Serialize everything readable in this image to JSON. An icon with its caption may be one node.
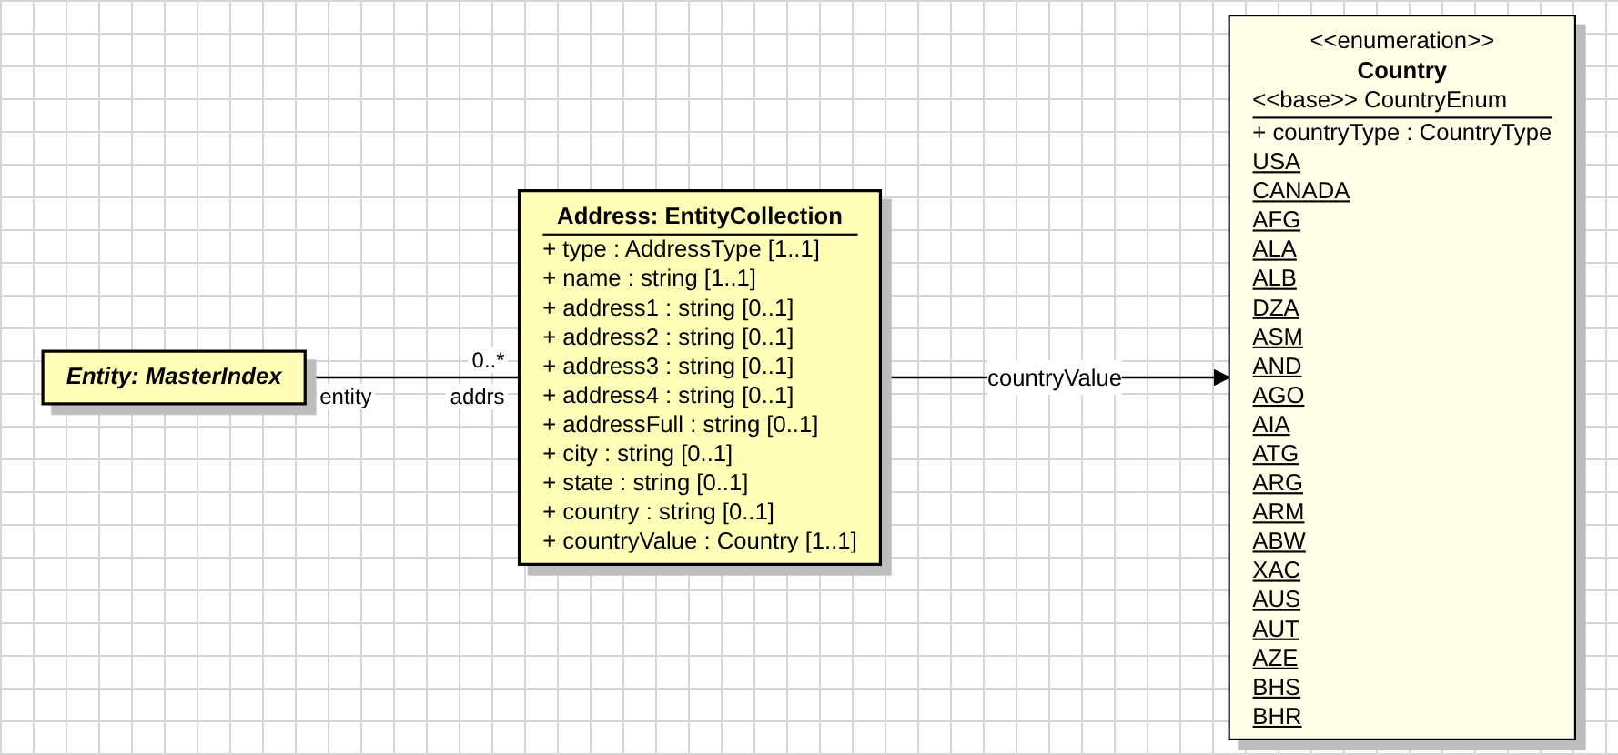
{
  "diagram": {
    "nodes": [
      {
        "text": [
          "Entity: MasterIndex"
        ]
      },
      {
        "text": [
          "Address: EntityCollection",
          "+ type : AddressType [1..1]",
          "+ name : string [1..1]",
          "+ address1 : string [0..1]",
          "+ address2 : string [0..1]",
          "+ address3 : string [0..1]",
          "+ address4 : string [0..1]",
          "+ addressFull : string [0..1]",
          "+ city : string [0..1]",
          "+ state : string [0..1]",
          "+ country : string [0..1]",
          "+ countryValue : Country [1..1]"
        ]
      },
      {
        "text": [
          "<<enumeration>>",
          "Country",
          "<<base>> CountryEnum",
          "+ countryType : CountryType",
          "USA",
          "CANADA",
          "AFG",
          "ALA",
          "ALB",
          "DZA",
          "ASM",
          "AND",
          "AGO",
          "AIA",
          "ATG",
          "ARG",
          "ARM",
          "ABW",
          "XAC",
          "AUS",
          "AUT",
          "AZE",
          "BHS",
          "BHR"
        ]
      }
    ],
    "edges": [
      {
        "from": 0,
        "to": 1,
        "arrow": "none"
      },
      {
        "from": 1,
        "to": 2,
        "arrow": "to",
        "label": "countryValue"
      }
    ],
    "labels": [
      "0..*",
      "entity",
      "addrs"
    ]
  }
}
